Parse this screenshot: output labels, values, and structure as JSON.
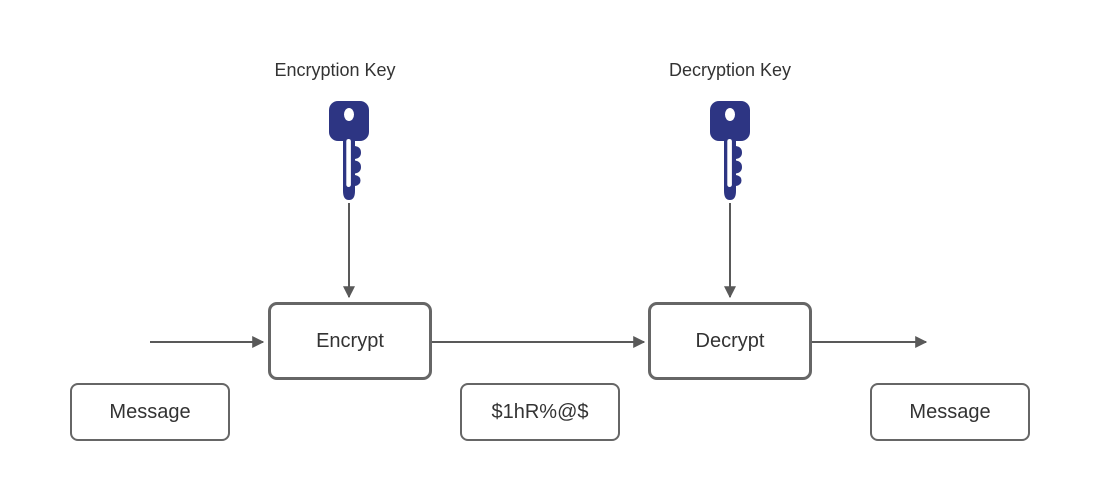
{
  "colors": {
    "key_fill": "#2d3583",
    "connector": "#595959",
    "box_border": "#666666",
    "text": "#333333",
    "background": "#ffffff"
  },
  "labels": {
    "encryption_key": "Encryption Key",
    "decryption_key": "Decryption Key"
  },
  "nodes": {
    "encrypt": "Encrypt",
    "decrypt": "Decrypt",
    "message_in": "Message",
    "ciphertext": "$1hR%@$",
    "message_out": "Message"
  },
  "icons": {
    "encryption_key": "key-icon",
    "decryption_key": "key-icon"
  }
}
